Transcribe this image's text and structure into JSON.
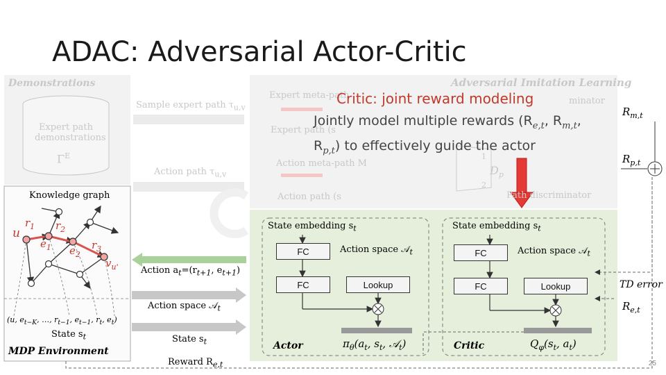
{
  "slide": {
    "title": "ADAC: Adversarial Actor-Critic",
    "page_number": "25"
  },
  "demonstrations": {
    "label": "Demonstrations",
    "cylinder_text": "Expert path demonstrations",
    "cylinder_symbol": "Γ",
    "cylinder_symbol_sup": "E",
    "sample_label": "Sample expert path τ",
    "sample_label_sub": "u,v",
    "action_meta_path_label": "Action path τ",
    "action_meta_path_sub": "u,v"
  },
  "ail": {
    "label": "Adversarial Imitation Learning",
    "expert_meta_path": "Expert meta-path",
    "expert_path": "Expert path (s",
    "action_meta_path": "Action meta-path M",
    "action_path": "Action path (s",
    "discriminator_top": "minator",
    "dp": "D",
    "dp_sub": "p",
    "path_discriminator": "Path discriminator",
    "port1": "1",
    "port2": "2"
  },
  "callout": {
    "title": "Critic: joint reward modeling",
    "body_line1": "Jointly model multiple rewards (R",
    "body_line2": "R",
    "body_line3": ") to effectively guide the actor",
    "re_sub": "e,t",
    "rm_sub": "m,t",
    "rp_sub": "p,t"
  },
  "knowledge_graph": {
    "title": "Knowledge graph",
    "u": "u",
    "r1": "r",
    "r2": "r",
    "r3": "r",
    "e1": "e",
    "e2": "e",
    "vu": "v",
    "vu_sub": "u'",
    "sequence": "(u, e",
    "state_label": "State s",
    "mdp_label": "MDP Environment"
  },
  "mid_labels": {
    "action": "Action a",
    "action_eq": "=(r",
    "action_space": "Action space 𝒜",
    "state": "State s",
    "reward": "Reward R",
    "reward_sub": "e,t"
  },
  "actor": {
    "state_embedding": "State embedding s",
    "fc1": "FC",
    "fc2": "FC",
    "action_space": "Action space 𝒜",
    "lookup": "Lookup",
    "label": "Actor",
    "policy": "π"
  },
  "critic": {
    "state_embedding": "State embedding s",
    "fc1": "FC",
    "fc2": "FC",
    "action_space": "Action space 𝒜",
    "lookup": "Lookup",
    "label": "Critic",
    "qfunc": "Q"
  },
  "right_labels": {
    "rm": "R",
    "rm_sub": "m,t",
    "rp": "R",
    "rp_sub": "p,t",
    "td_error": "TD error",
    "re": "R",
    "re_sub": "e,t"
  },
  "colors": {
    "callout_red": "#c0392b",
    "arrow_red": "#e53935",
    "green_panel": "#e6efdb",
    "actor_arrow_green": "#8fbf7a",
    "path_red": "#d9534f"
  }
}
